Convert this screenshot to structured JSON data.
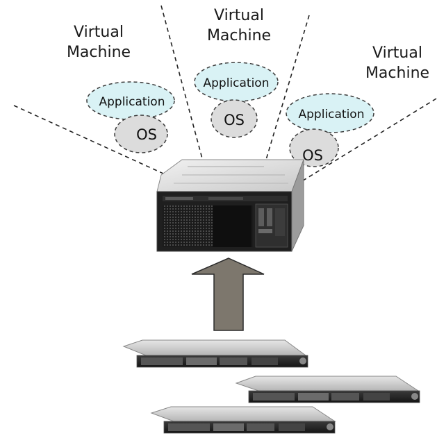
{
  "virtual_machines": [
    {
      "label_line1": "Virtual",
      "label_line2": "Machine",
      "application_label": "Application",
      "os_label": "OS"
    },
    {
      "label_line1": "Virtual",
      "label_line2": "Machine",
      "application_label": "Application",
      "os_label": "OS"
    },
    {
      "label_line1": "Virtual",
      "label_line2": "Machine",
      "application_label": "Application",
      "os_label": "OS"
    }
  ],
  "colors": {
    "application_fill": "#d9f2f5",
    "os_fill": "#dcdcdc",
    "arrow_fill": "#7d776d",
    "server_dark": "#1b1b1b",
    "server_light": "#d8d8d8",
    "rack_body": "#c9c9c9",
    "rack_panel": "#2a2a2a"
  },
  "icons": {
    "host": "host-server-icon",
    "rack_servers": "rack-server-icon",
    "consolidation_arrow": "up-arrow-icon"
  }
}
